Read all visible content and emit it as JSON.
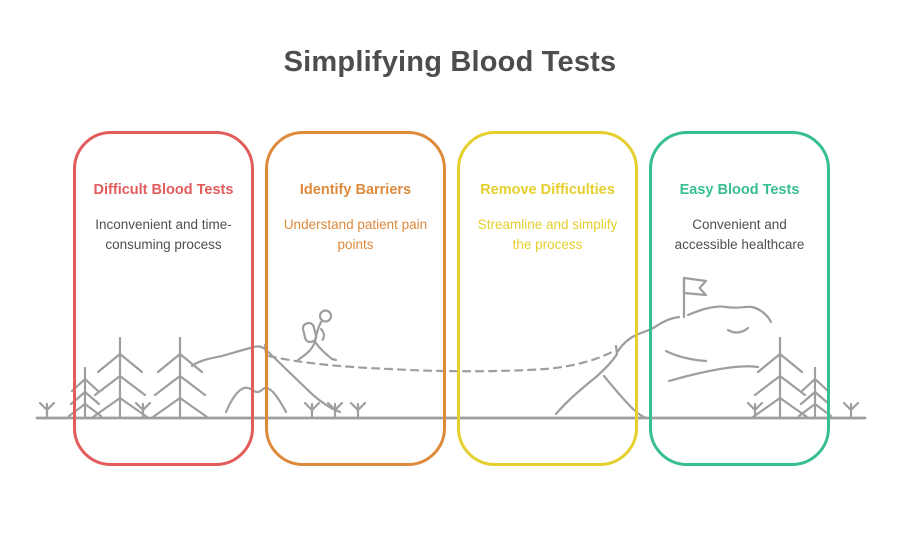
{
  "title": "Simplifying Blood Tests",
  "colors": {
    "title_text": "#4d4d4d",
    "body_text": "#4f4f4f",
    "illustration_stroke": "#9e9e9e",
    "card_red": "#e25c5c",
    "card_orange": "#dd8a3d",
    "card_yellow": "#e4cf2d",
    "card_green": "#38bf8e"
  },
  "cards": [
    {
      "title": "Difficult Blood Tests",
      "subtitle": "Inconvenient and time-consuming process",
      "accent": "#e25c5c",
      "subtitle_color": "#4f4f4f"
    },
    {
      "title": "Identify Barriers",
      "subtitle": "Understand patient pain points",
      "accent": "#dd8a3d",
      "subtitle_color": "#dd8a3d"
    },
    {
      "title": "Remove Difficulties",
      "subtitle": "Streamline and simplify the process",
      "accent": "#e4cf2d",
      "subtitle_color": "#e4cf2d"
    },
    {
      "title": "Easy Blood Tests",
      "subtitle": "Convenient and accessible healthcare",
      "accent": "#38bf8e",
      "subtitle_color": "#4f4f4f"
    }
  ],
  "illustration": {
    "icons": [
      "sprout-icon",
      "pine-tree-icon",
      "mountain-icon",
      "hiker-icon",
      "dashed-trail",
      "summit-flag-icon",
      "ground-line"
    ]
  }
}
